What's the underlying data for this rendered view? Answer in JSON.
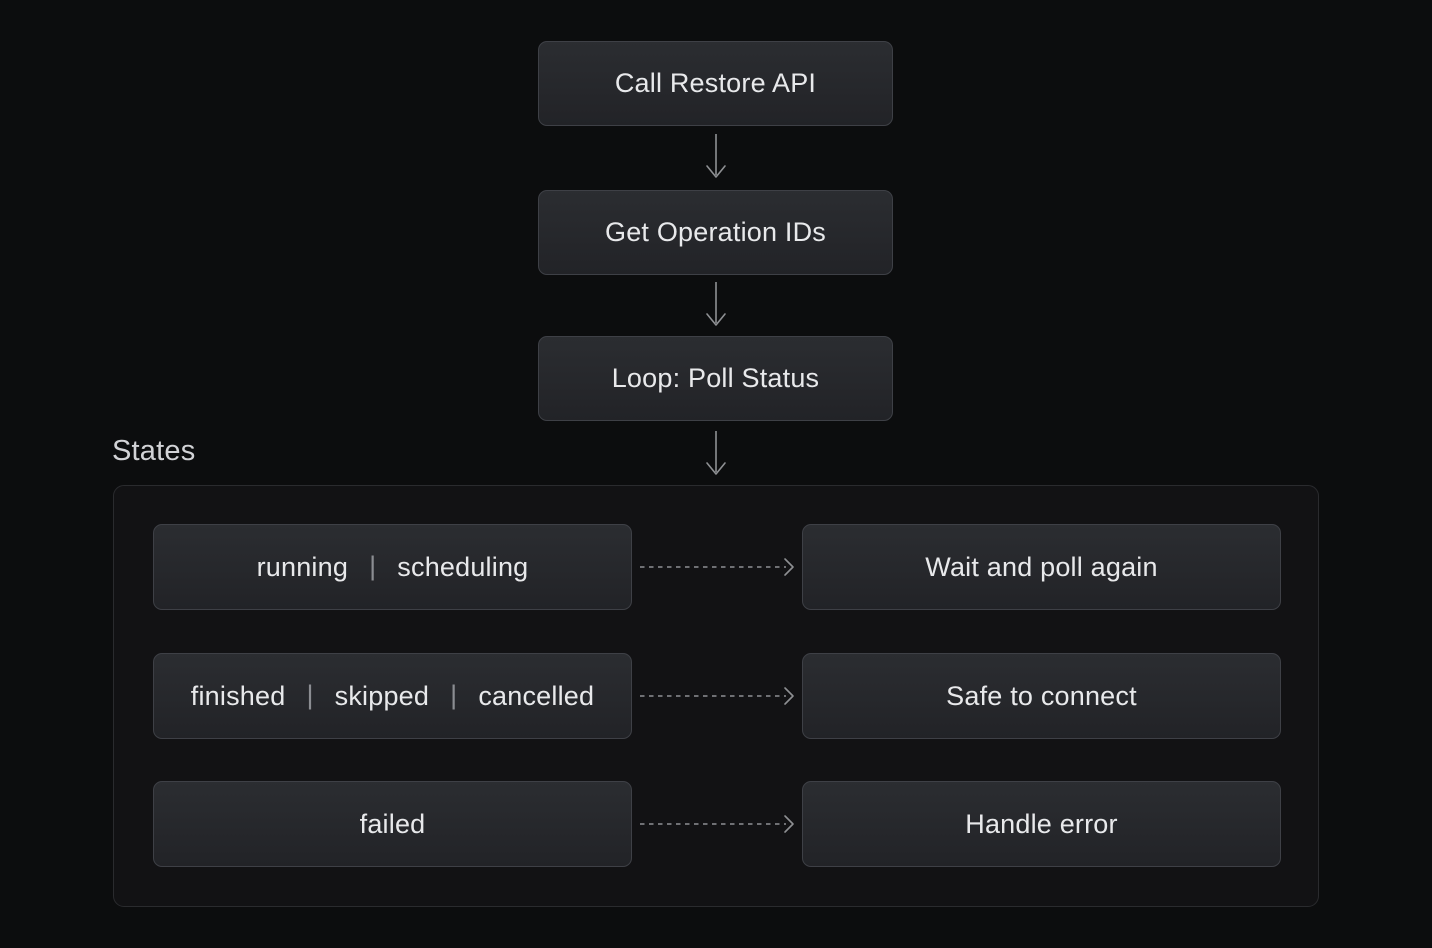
{
  "flow": {
    "steps": [
      {
        "label": "Call Restore API"
      },
      {
        "label": "Get Operation IDs"
      },
      {
        "label": "Loop: Poll Status"
      }
    ]
  },
  "states_section": {
    "title": "States",
    "separator": "|",
    "rows": [
      {
        "states": [
          "running",
          "scheduling"
        ],
        "action": "Wait and poll again"
      },
      {
        "states": [
          "finished",
          "skipped",
          "cancelled"
        ],
        "action": "Safe to connect"
      },
      {
        "states": [
          "failed"
        ],
        "action": "Handle error"
      }
    ]
  },
  "colors": {
    "page_background": "#0c0d0e",
    "box_background_top": "#2b2d31",
    "box_background_bottom": "#222327",
    "box_border": "#3e4046",
    "panel_background": "#121214",
    "panel_border": "#2a2b2e",
    "text_primary": "#e8e9eb",
    "text_secondary": "#d2d3d6",
    "arrow": "#8e9093"
  }
}
